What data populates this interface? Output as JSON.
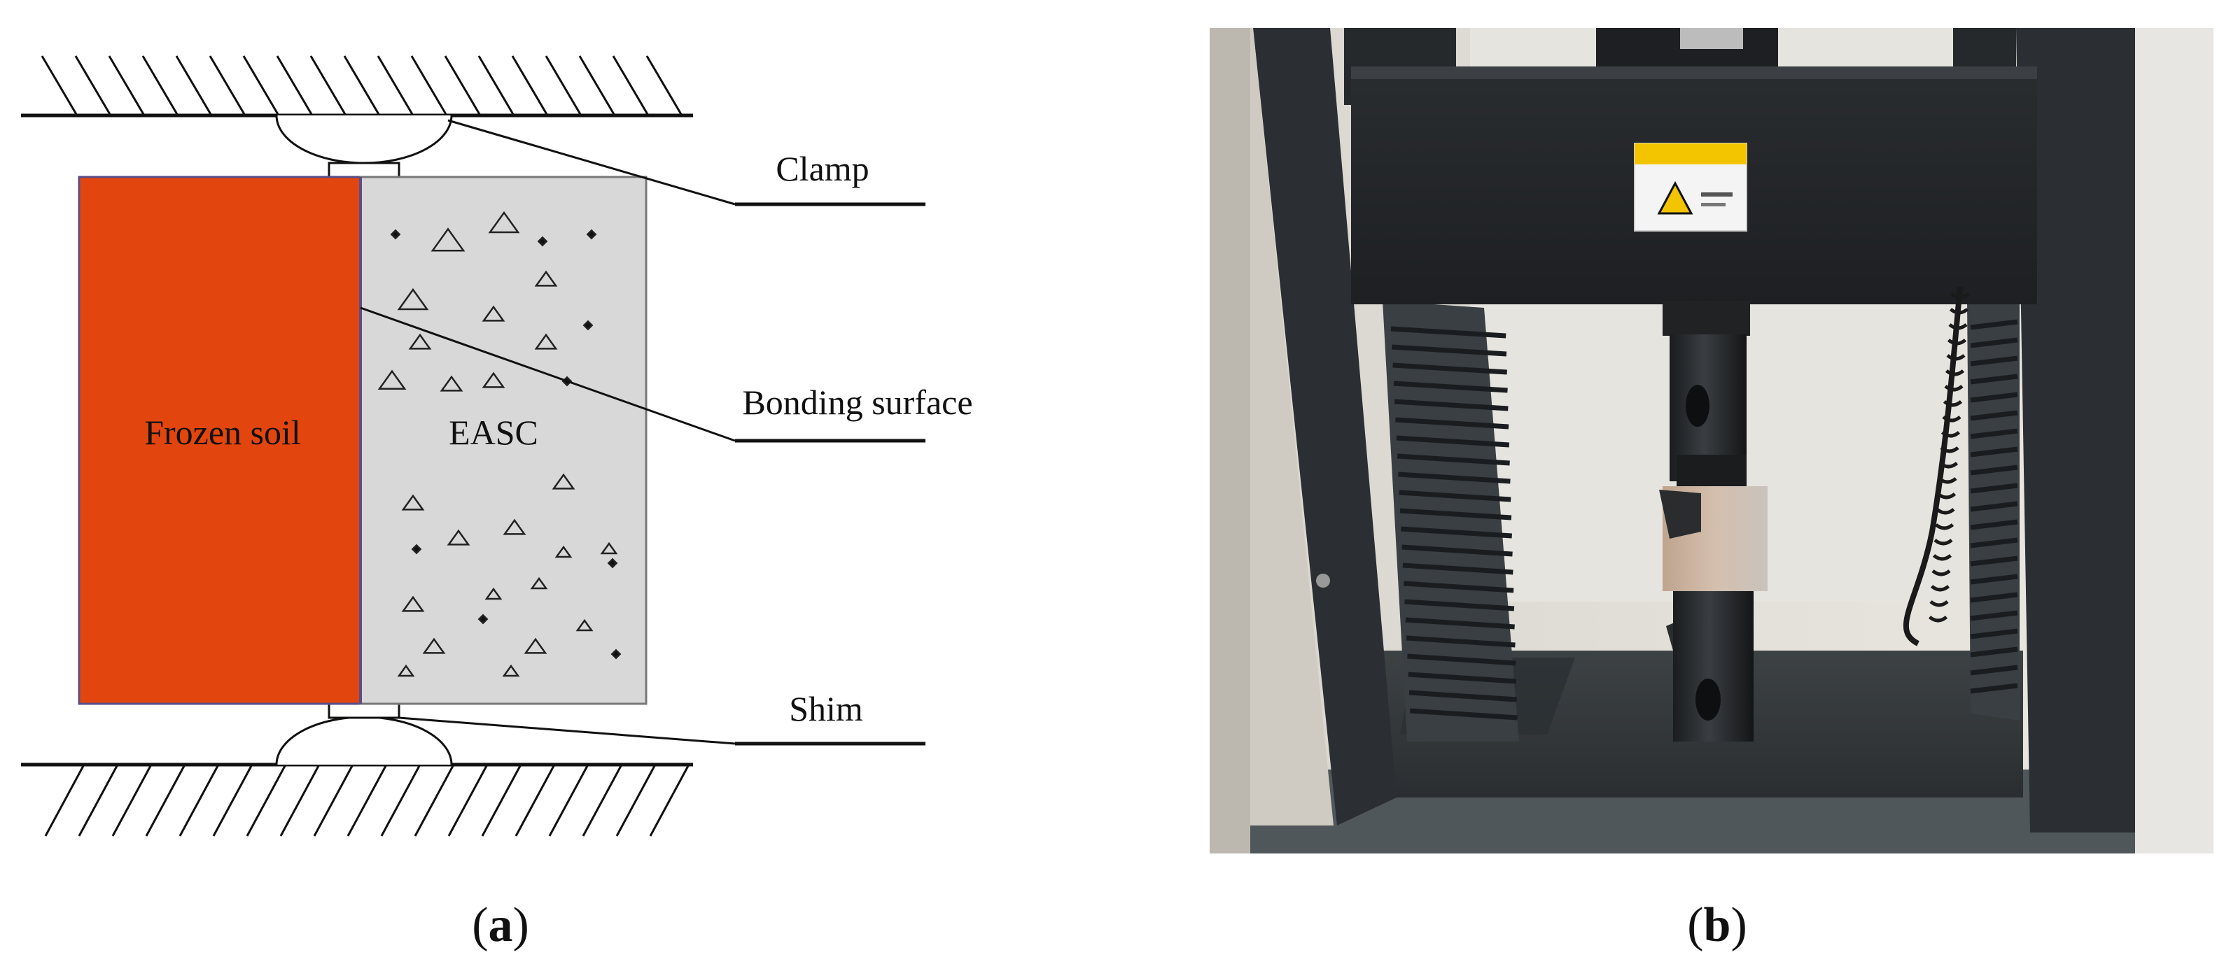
{
  "panel_a": {
    "caption_open": "(",
    "caption_letter": "a",
    "caption_close": ")",
    "materials": {
      "left_label": "Frozen soil",
      "right_label": "EASC",
      "left_color": "#e2460e",
      "right_color": "#d8d8d8"
    },
    "callouts": {
      "clamp": "Clamp",
      "bonding_surface": "Bonding surface",
      "shim": "Shim"
    }
  },
  "panel_b": {
    "caption_open": "(",
    "caption_letter": "b",
    "caption_close": ")",
    "photo_subject": "tensile-testing-machine-photo"
  }
}
